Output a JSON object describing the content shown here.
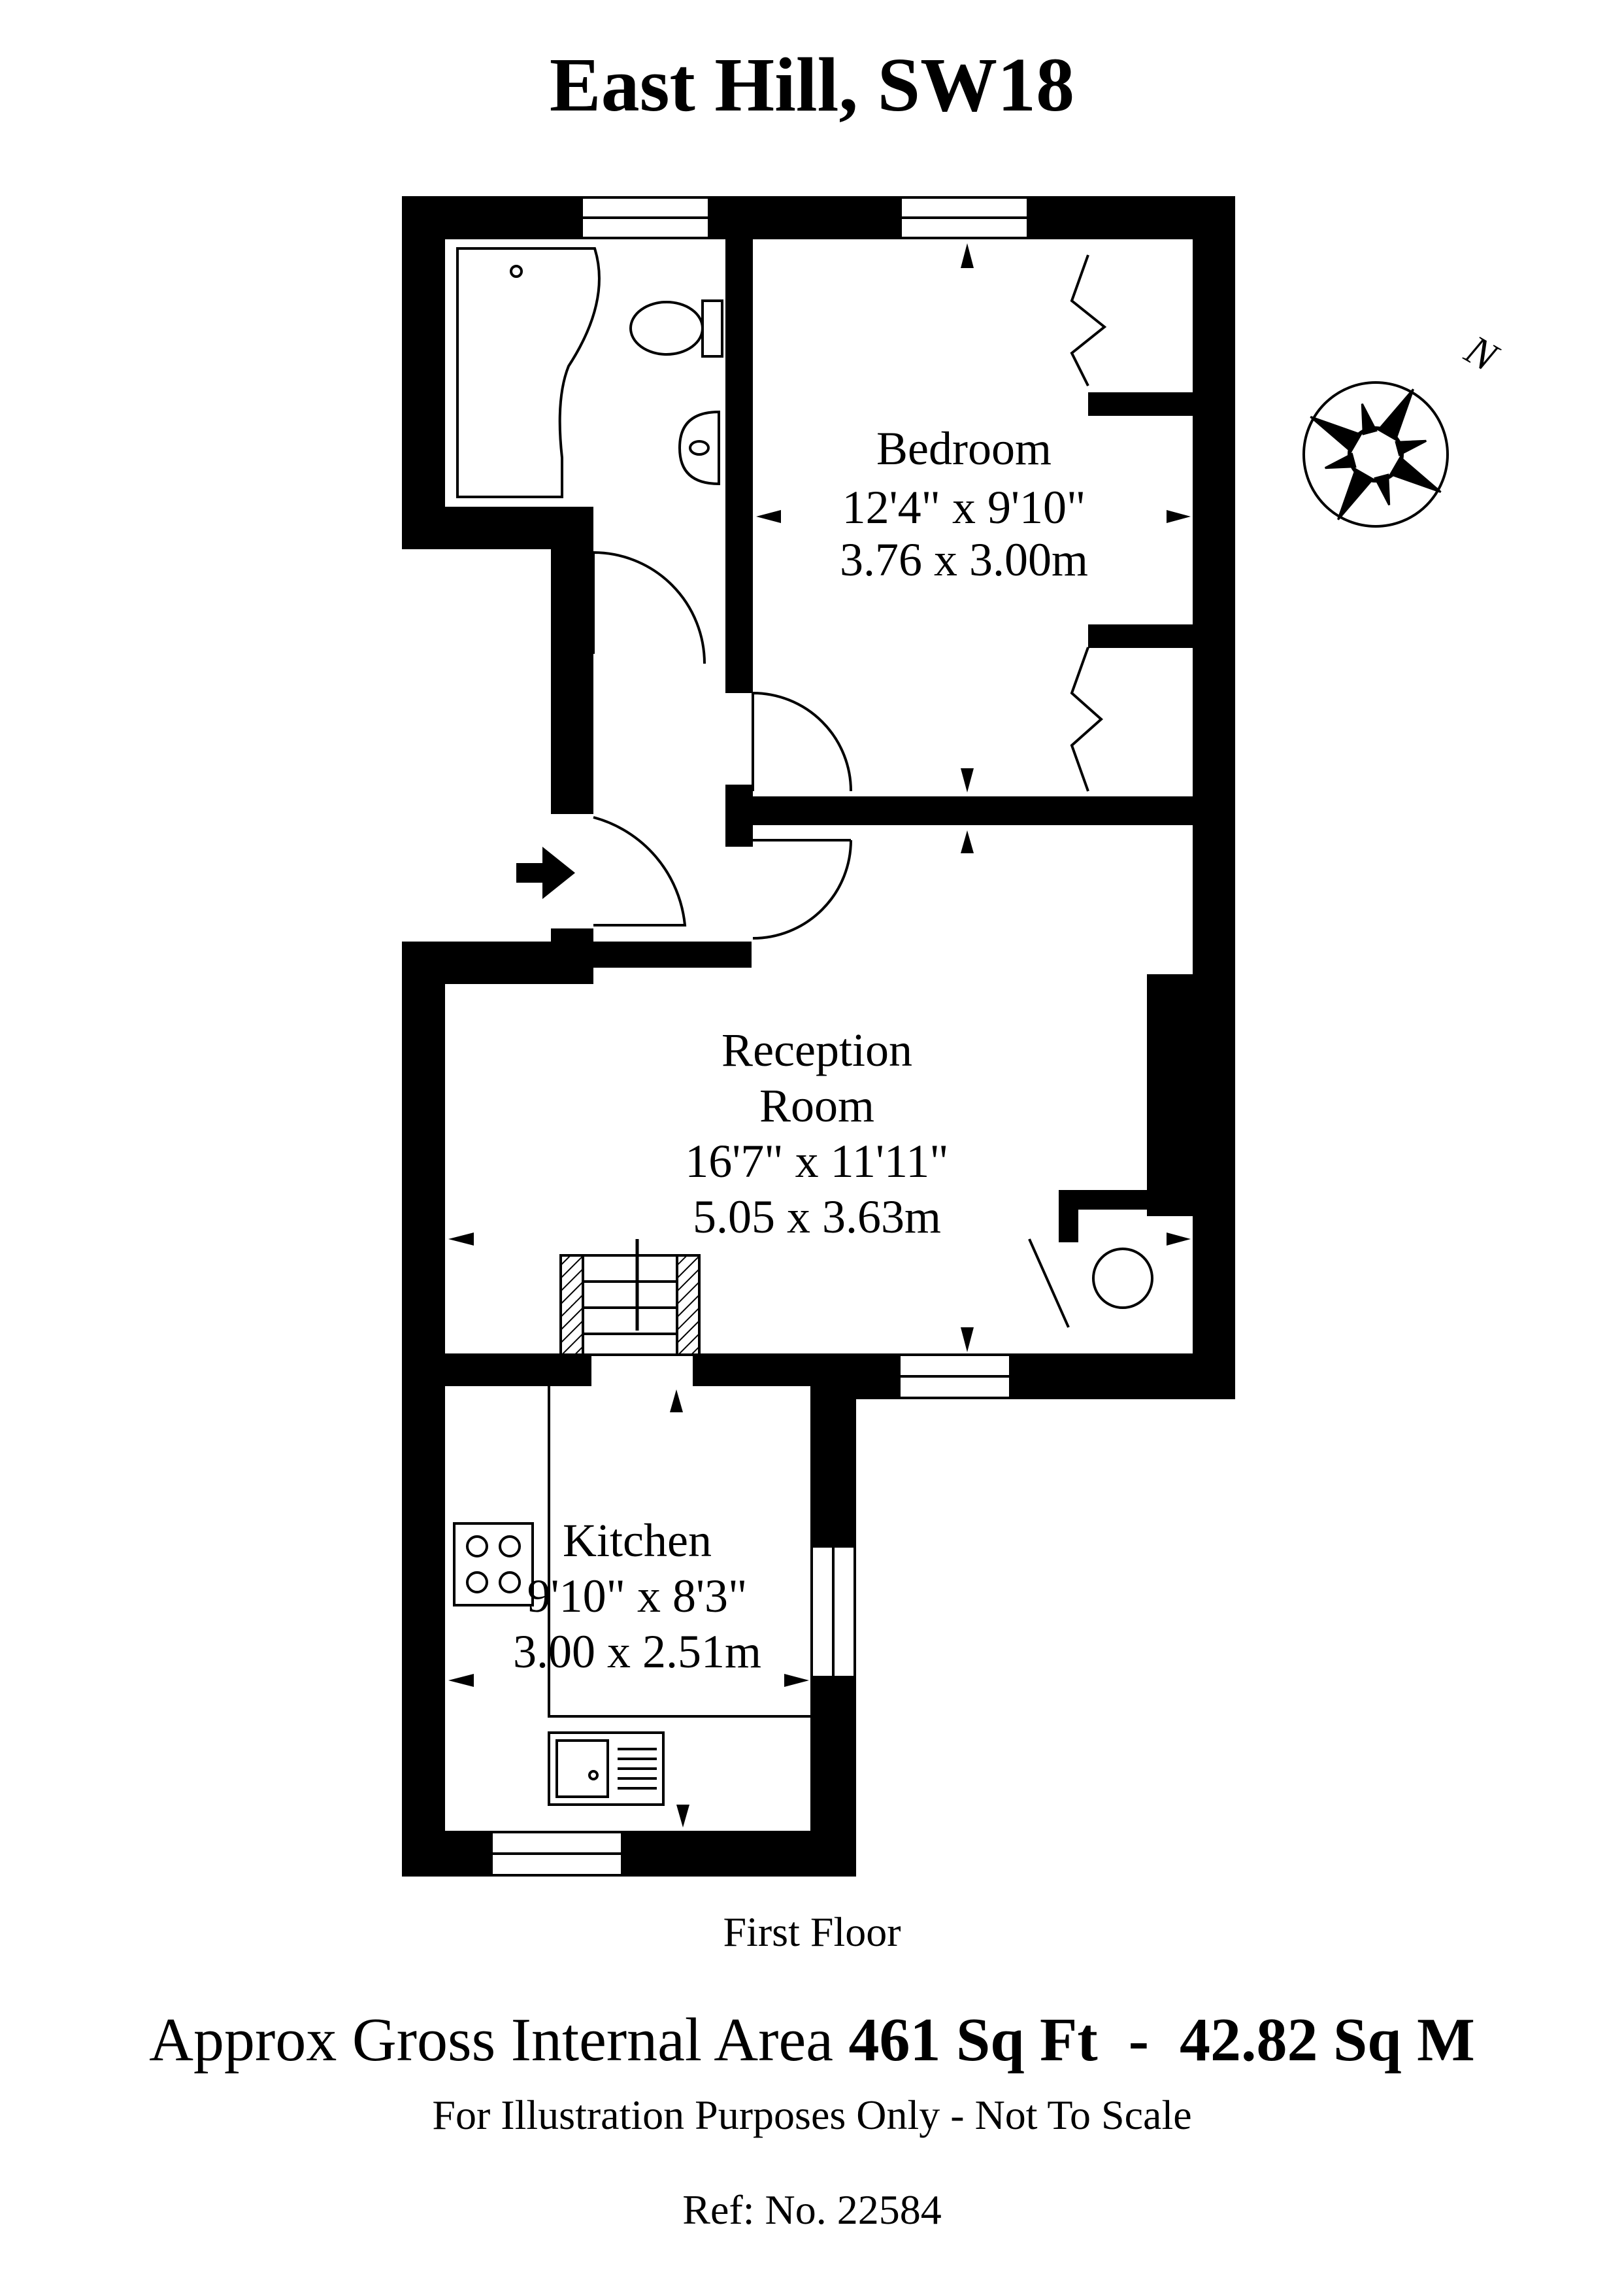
{
  "title": "East Hill, SW18",
  "rooms": {
    "bedroom": {
      "name": "Bedroom",
      "imperial": "12'4\" x 9'10\"",
      "metric": "3.76 x 3.00m"
    },
    "reception": {
      "name_line1": "Reception",
      "name_line2": "Room",
      "imperial": "16'7\" x 11'11\"",
      "metric": "5.05 x 3.63m"
    },
    "kitchen": {
      "name": "Kitchen",
      "imperial": "9'10\" x 8'3\"",
      "metric": "3.00 x 2.51m"
    }
  },
  "compass": {
    "label": "N",
    "icon": "compass-rose-icon"
  },
  "entrance": {
    "icon": "entrance-arrow-icon"
  },
  "floor_label": "First Floor",
  "area": {
    "prefix": "Approx Gross Internal Area ",
    "sqft": "461 Sq Ft",
    "separator": "  -  ",
    "sqm": "42.82 Sq M"
  },
  "disclaimer": "For Illustration Purposes Only - Not To Scale",
  "reference": "Ref: No. 22584",
  "colors": {
    "wall": "#000000",
    "background": "#ffffff"
  }
}
